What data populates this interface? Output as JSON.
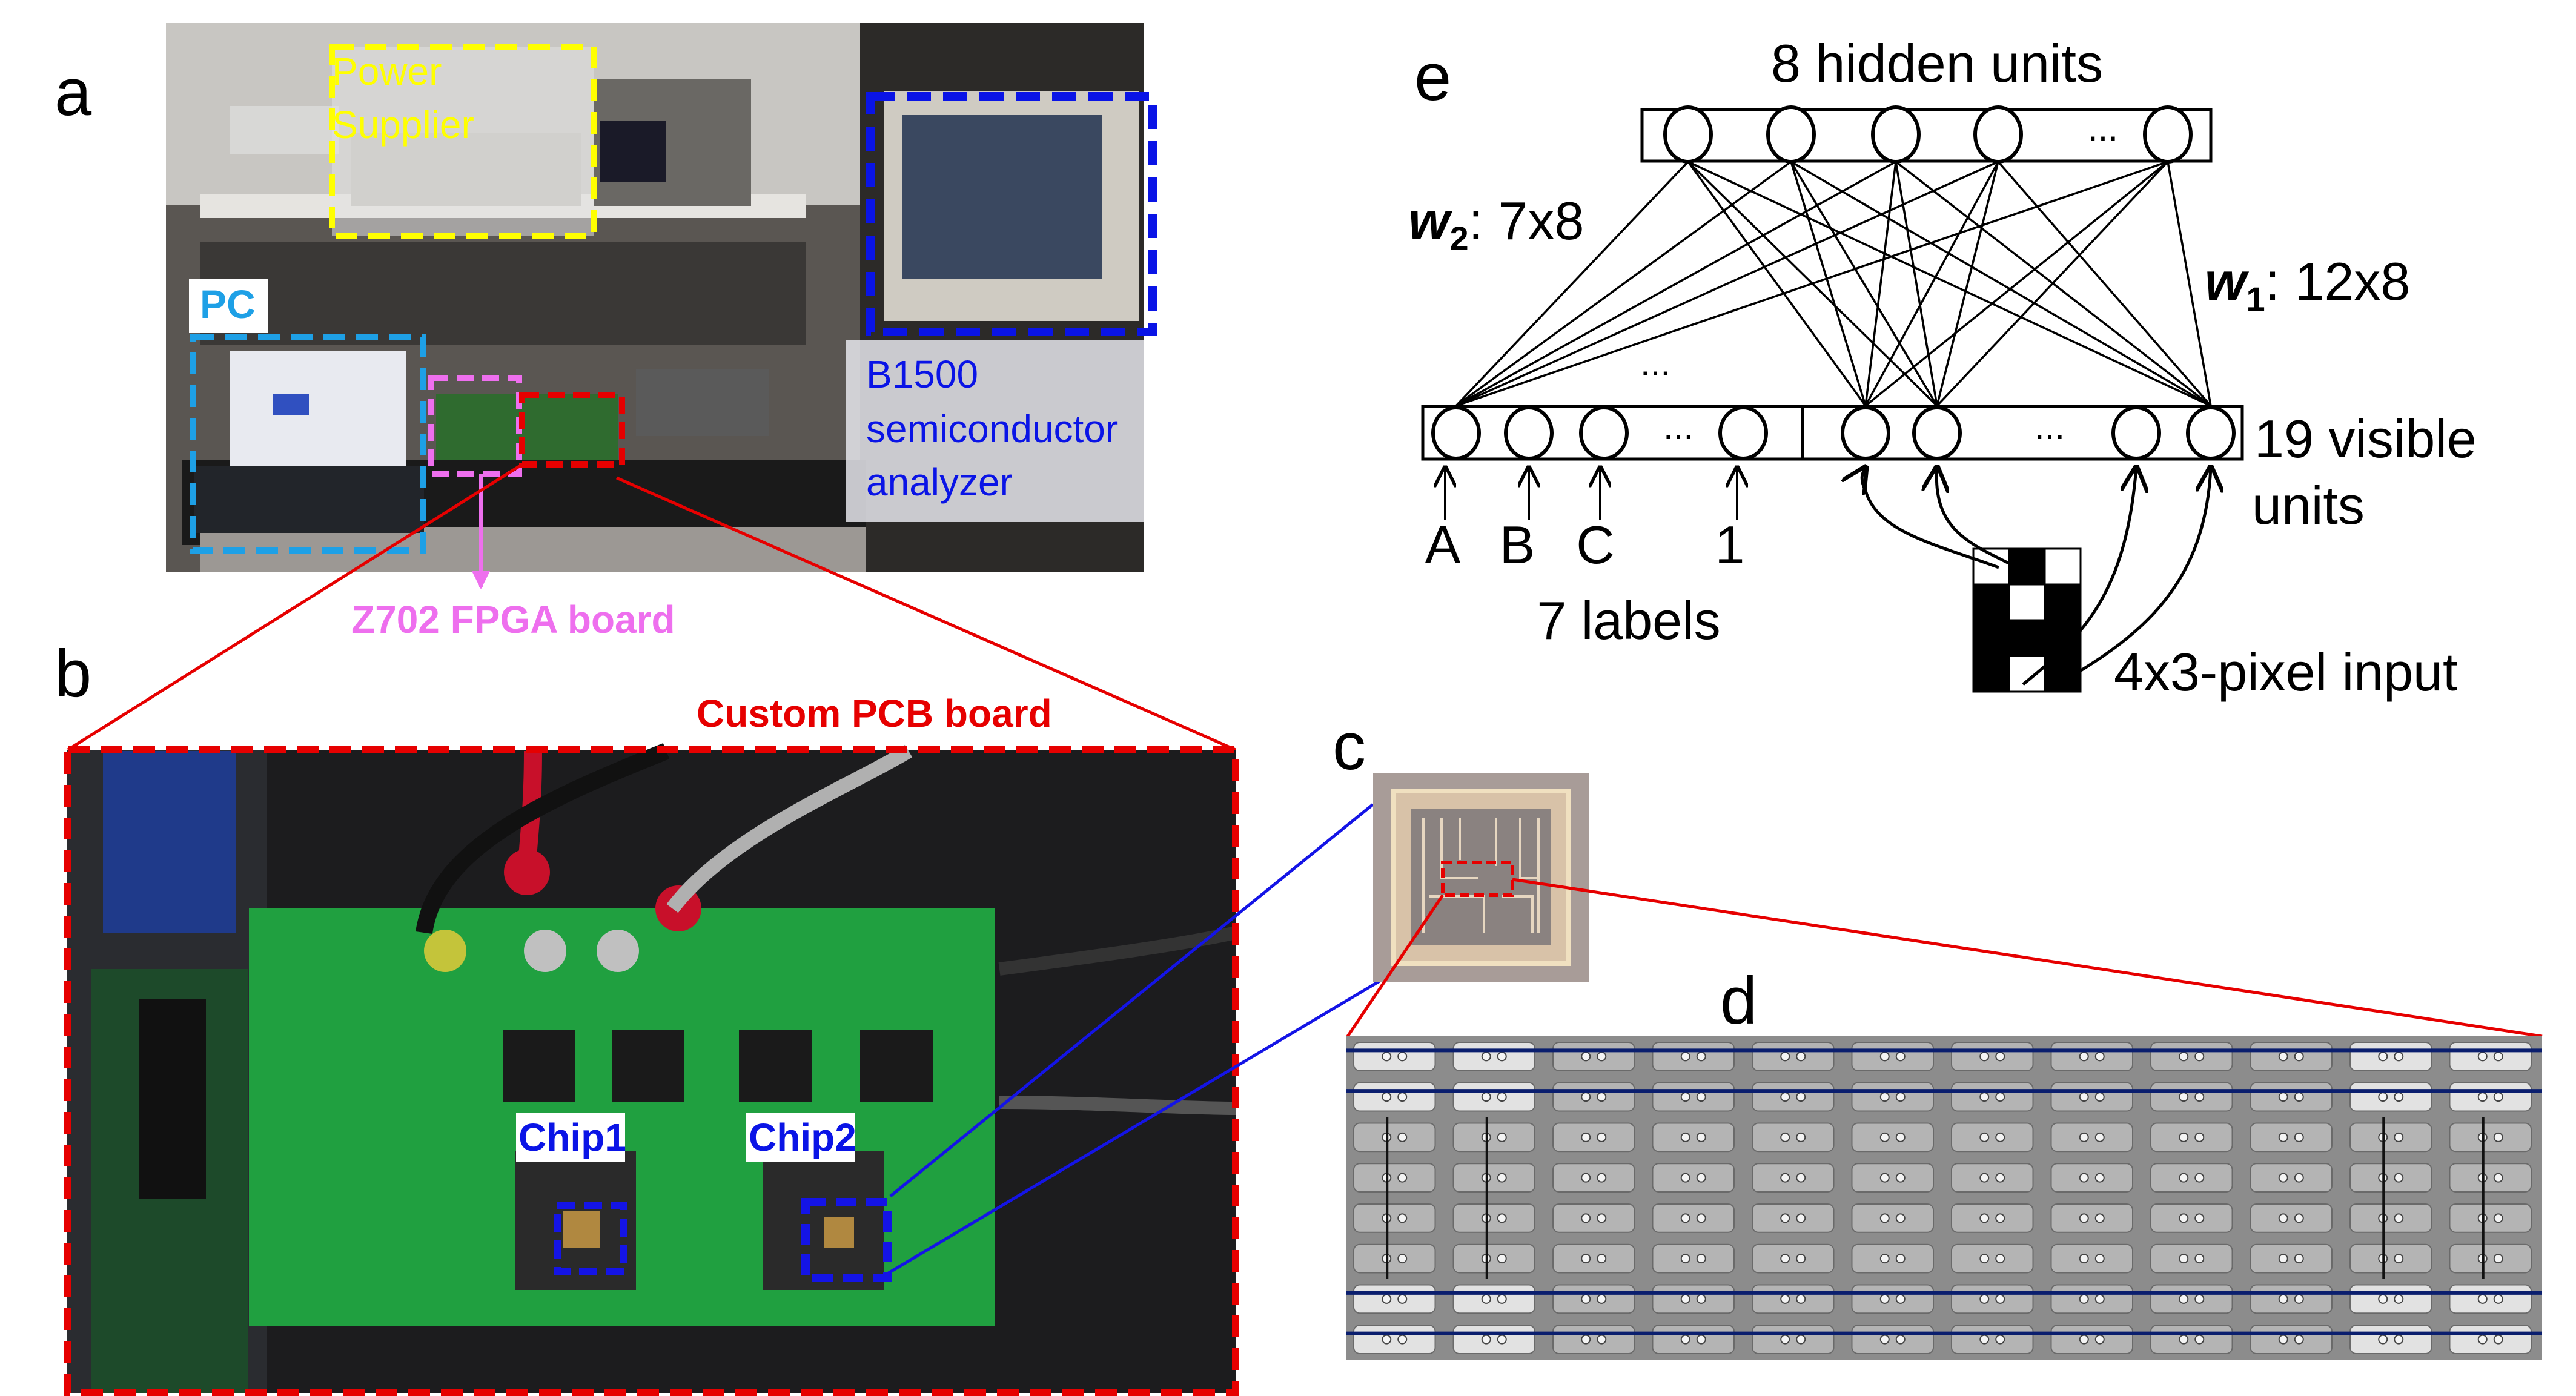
{
  "panel_labels": {
    "a": "a",
    "b": "b",
    "c": "c",
    "d": "d",
    "e": "e"
  },
  "panel_a": {
    "power_supplier_line1": "Power",
    "power_supplier_line2": "Supplier",
    "pc_label": "PC",
    "b1500_line1": "B1500",
    "b1500_line2": "semiconductor",
    "b1500_line3": "analyzer",
    "fpga_label": "Z702 FPGA board"
  },
  "panel_b": {
    "title": "Custom PCB board",
    "chip1": "Chip1",
    "chip2": "Chip2"
  },
  "panel_e": {
    "hidden_title": "8 hidden units",
    "hidden_ellipsis": "...",
    "w2_sym": "w",
    "w2_sub": "2",
    "w2_dims": ": 7x8",
    "w1_sym": "w",
    "w1_sub": "1",
    "w1_dims": ": 12x8",
    "mid_ellipsis": "...",
    "label_ellipsis": "...",
    "pixel_ellipsis": "...",
    "visible_line1": "19 visible",
    "visible_line2": "units",
    "labels": [
      "A",
      "B",
      "C",
      "1"
    ],
    "labels_title": "7 labels",
    "pixel_title": "4x3-pixel input",
    "pixel_grid": [
      [
        0,
        1,
        0
      ],
      [
        1,
        0,
        1
      ],
      [
        1,
        1,
        1
      ],
      [
        1,
        0,
        1
      ]
    ]
  },
  "colors": {
    "power": "#ffff00",
    "pc": "#1ea0e6",
    "b1500": "#0a14e6",
    "fpga": "#ee6fee",
    "red": "#e60000",
    "blue": "#1414e6",
    "navy_line": "#0a1e6e"
  }
}
